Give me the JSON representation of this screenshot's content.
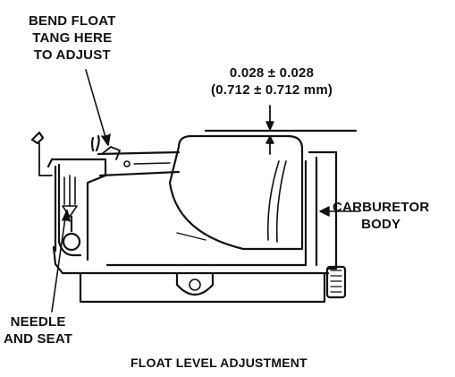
{
  "labels": {
    "bend_float_tang": [
      "BEND FLOAT",
      "TANG HERE",
      "TO ADJUST"
    ],
    "spec": [
      "0.028 ± 0.028",
      "(0.712 ± 0.712 mm)"
    ],
    "carburetor_body": [
      "CARBURETOR",
      "BODY"
    ],
    "needle_and_seat": [
      "NEEDLE",
      "AND SEAT"
    ],
    "caption": "FLOAT LEVEL ADJUSTMENT"
  },
  "colors": {
    "ink": "#111111",
    "paper": "#ffffff"
  }
}
